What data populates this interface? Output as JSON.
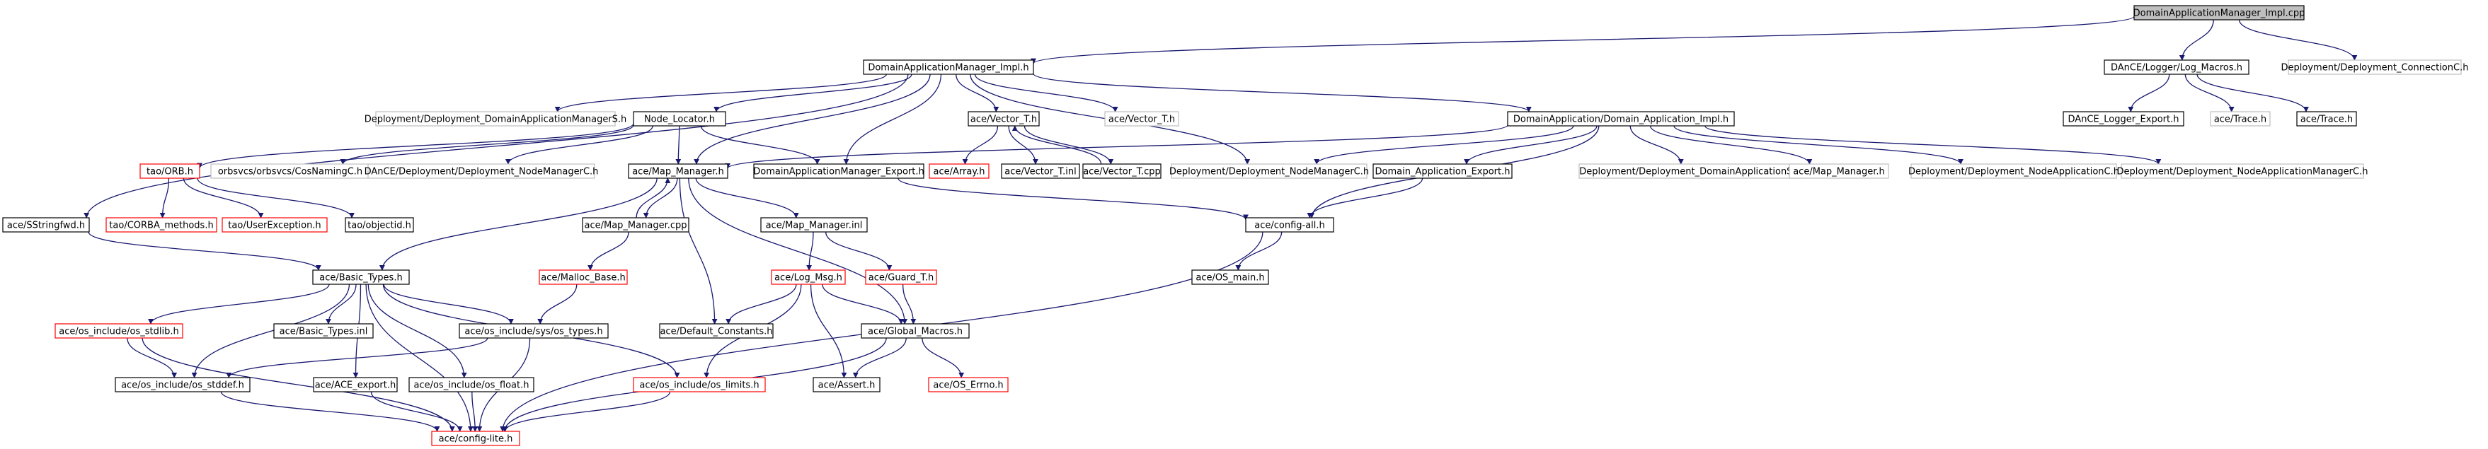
{
  "colors": {
    "edge": "#191970",
    "border_normal": "#000000",
    "border_missing": "#ff0000",
    "border_external": "#bfbfbf",
    "root_fill": "#bfbfbf",
    "node_fill": "#ffffff"
  },
  "nodes": [
    {
      "id": "root",
      "label": "DomainApplicationManager_Impl.cpp",
      "style": "root"
    },
    {
      "id": "dam_impl_h",
      "label": "DomainApplicationManager_Impl.h",
      "style": "normal"
    },
    {
      "id": "log_macros",
      "label": "DAnCE/Logger/Log_Macros.h",
      "style": "normal"
    },
    {
      "id": "dep_connC",
      "label": "Deployment/Deployment_ConnectionC.h",
      "style": "external"
    },
    {
      "id": "dep_damS",
      "label": "Deployment/Deployment_DomainApplicationManagerS.h",
      "style": "external"
    },
    {
      "id": "node_locator",
      "label": "Node_Locator.h",
      "style": "normal"
    },
    {
      "id": "vector_t_h",
      "label": "ace/Vector_T.h",
      "style": "normal"
    },
    {
      "id": "vector_t_h2",
      "label": "ace/Vector_T.h",
      "style": "external"
    },
    {
      "id": "domain_app_impl",
      "label": "DomainApplication/Domain_Application_Impl.h",
      "style": "normal"
    },
    {
      "id": "dance_logger_export",
      "label": "DAnCE_Logger_Export.h",
      "style": "normal"
    },
    {
      "id": "ace_trace1",
      "label": "ace/Trace.h",
      "style": "external"
    },
    {
      "id": "ace_trace2",
      "label": "ace/Trace.h",
      "style": "normal"
    },
    {
      "id": "tao_orb",
      "label": "tao/ORB.h",
      "style": "missing"
    },
    {
      "id": "cos_naming",
      "label": "orbsvcs/orbsvcs/CosNamingC.h",
      "style": "external"
    },
    {
      "id": "dance_nmc",
      "label": "DAnCE/Deployment/Deployment_NodeManagerC.h",
      "style": "external"
    },
    {
      "id": "map_manager_h",
      "label": "ace/Map_Manager.h",
      "style": "normal"
    },
    {
      "id": "dam_export",
      "label": "DomainApplicationManager_Export.h",
      "style": "normal"
    },
    {
      "id": "ace_array",
      "label": "ace/Array.h",
      "style": "missing"
    },
    {
      "id": "vector_t_inl",
      "label": "ace/Vector_T.inl",
      "style": "normal"
    },
    {
      "id": "vector_t_cpp",
      "label": "ace/Vector_T.cpp",
      "style": "normal"
    },
    {
      "id": "dep_nmc",
      "label": "Deployment/Deployment_NodeManagerC.h",
      "style": "external"
    },
    {
      "id": "dom_app_export",
      "label": "Domain_Application_Export.h",
      "style": "normal"
    },
    {
      "id": "dep_dasS",
      "label": "Deployment/Deployment_DomainApplicationS.h",
      "style": "external"
    },
    {
      "id": "ace_map_manager_ext",
      "label": "ace/Map_Manager.h",
      "style": "external"
    },
    {
      "id": "dep_nac",
      "label": "Deployment/Deployment_NodeApplicationC.h",
      "style": "external"
    },
    {
      "id": "dep_namc",
      "label": "Deployment/Deployment_NodeApplicationManagerC.h",
      "style": "external"
    },
    {
      "id": "tao_corba_methods",
      "label": "tao/CORBA_methods.h",
      "style": "missing"
    },
    {
      "id": "tao_user_exception",
      "label": "tao/UserException.h",
      "style": "missing"
    },
    {
      "id": "tao_objectid",
      "label": "tao/objectid.h",
      "style": "normal"
    },
    {
      "id": "ace_sstringfwd",
      "label": "ace/SStringfwd.h",
      "style": "normal"
    },
    {
      "id": "map_manager_cpp",
      "label": "ace/Map_Manager.cpp",
      "style": "normal"
    },
    {
      "id": "map_manager_inl",
      "label": "ace/Map_Manager.inl",
      "style": "normal"
    },
    {
      "id": "config_all",
      "label": "ace/config-all.h",
      "style": "normal"
    },
    {
      "id": "malloc_base",
      "label": "ace/Malloc_Base.h",
      "style": "missing"
    },
    {
      "id": "log_msg",
      "label": "ace/Log_Msg.h",
      "style": "missing"
    },
    {
      "id": "guard_t",
      "label": "ace/Guard_T.h",
      "style": "missing"
    },
    {
      "id": "os_main",
      "label": "ace/OS_main.h",
      "style": "normal"
    },
    {
      "id": "basic_types_h",
      "label": "ace/Basic_Types.h",
      "style": "normal"
    },
    {
      "id": "os_stdlib",
      "label": "ace/os_include/os_stdlib.h",
      "style": "missing"
    },
    {
      "id": "basic_types_inl",
      "label": "ace/Basic_Types.inl",
      "style": "normal"
    },
    {
      "id": "os_types",
      "label": "ace/os_include/sys/os_types.h",
      "style": "normal"
    },
    {
      "id": "default_constants",
      "label": "ace/Default_Constants.h",
      "style": "normal"
    },
    {
      "id": "global_macros",
      "label": "ace/Global_Macros.h",
      "style": "normal"
    },
    {
      "id": "os_stddef",
      "label": "ace/os_include/os_stddef.h",
      "style": "normal"
    },
    {
      "id": "ace_export",
      "label": "ace/ACE_export.h",
      "style": "normal"
    },
    {
      "id": "os_float",
      "label": "ace/os_include/os_float.h",
      "style": "normal"
    },
    {
      "id": "os_limits",
      "label": "ace/os_include/os_limits.h",
      "style": "missing"
    },
    {
      "id": "ace_assert",
      "label": "ace/Assert.h",
      "style": "normal"
    },
    {
      "id": "os_errno",
      "label": "ace/OS_Errno.h",
      "style": "missing"
    },
    {
      "id": "config_lite",
      "label": "ace/config-lite.h",
      "style": "missing"
    }
  ],
  "edges": [
    [
      "root",
      "dam_impl_h"
    ],
    [
      "root",
      "log_macros"
    ],
    [
      "root",
      "dep_connC"
    ],
    [
      "log_macros",
      "dance_logger_export"
    ],
    [
      "log_macros",
      "ace_trace1"
    ],
    [
      "log_macros",
      "ace_trace2"
    ],
    [
      "dam_impl_h",
      "dep_damS"
    ],
    [
      "dam_impl_h",
      "node_locator"
    ],
    [
      "dam_impl_h",
      "vector_t_h"
    ],
    [
      "dam_impl_h",
      "vector_t_h2"
    ],
    [
      "dam_impl_h",
      "domain_app_impl"
    ],
    [
      "dam_impl_h",
      "ace_sstringfwd"
    ],
    [
      "dam_impl_h",
      "map_manager_h"
    ],
    [
      "dam_impl_h",
      "dam_export"
    ],
    [
      "dam_impl_h",
      "dep_nmc"
    ],
    [
      "node_locator",
      "tao_orb"
    ],
    [
      "node_locator",
      "cos_naming"
    ],
    [
      "node_locator",
      "dance_nmc"
    ],
    [
      "node_locator",
      "map_manager_h"
    ],
    [
      "node_locator",
      "dam_export"
    ],
    [
      "tao_orb",
      "tao_corba_methods"
    ],
    [
      "tao_orb",
      "tao_user_exception"
    ],
    [
      "tao_orb",
      "tao_objectid"
    ],
    [
      "vector_t_h",
      "ace_array"
    ],
    [
      "vector_t_h",
      "vector_t_inl"
    ],
    [
      "vector_t_h",
      "vector_t_cpp"
    ],
    [
      "vector_t_cpp",
      "vector_t_h"
    ],
    [
      "domain_app_impl",
      "map_manager_h"
    ],
    [
      "domain_app_impl",
      "dep_nmc"
    ],
    [
      "domain_app_impl",
      "dom_app_export"
    ],
    [
      "domain_app_impl",
      "dep_dasS"
    ],
    [
      "domain_app_impl",
      "ace_map_manager_ext"
    ],
    [
      "domain_app_impl",
      "dep_nac"
    ],
    [
      "domain_app_impl",
      "dep_namc"
    ],
    [
      "domain_app_impl",
      "config_all"
    ],
    [
      "dam_export",
      "config_all"
    ],
    [
      "dom_app_export",
      "config_all"
    ],
    [
      "map_manager_h",
      "map_manager_cpp"
    ],
    [
      "map_manager_cpp",
      "map_manager_h"
    ],
    [
      "map_manager_h",
      "map_manager_inl"
    ],
    [
      "map_manager_h",
      "basic_types_h"
    ],
    [
      "map_manager_h",
      "default_constants"
    ],
    [
      "map_manager_h",
      "global_macros"
    ],
    [
      "map_manager_cpp",
      "malloc_base"
    ],
    [
      "map_manager_inl",
      "log_msg"
    ],
    [
      "map_manager_inl",
      "guard_t"
    ],
    [
      "malloc_base",
      "os_types"
    ],
    [
      "log_msg",
      "default_constants"
    ],
    [
      "log_msg",
      "global_macros"
    ],
    [
      "log_msg",
      "ace_assert"
    ],
    [
      "log_msg",
      "os_limits"
    ],
    [
      "guard_t",
      "global_macros"
    ],
    [
      "ace_sstringfwd",
      "basic_types_h"
    ],
    [
      "basic_types_h",
      "os_stdlib"
    ],
    [
      "basic_types_h",
      "basic_types_inl"
    ],
    [
      "basic_types_h",
      "os_types"
    ],
    [
      "basic_types_h",
      "os_stddef"
    ],
    [
      "basic_types_h",
      "ace_export"
    ],
    [
      "basic_types_h",
      "os_float"
    ],
    [
      "basic_types_h",
      "os_limits"
    ],
    [
      "basic_types_h",
      "config_lite"
    ],
    [
      "os_stdlib",
      "os_stddef"
    ],
    [
      "os_stdlib",
      "config_lite"
    ],
    [
      "os_types",
      "os_stddef"
    ],
    [
      "os_types",
      "config_lite"
    ],
    [
      "os_stddef",
      "config_lite"
    ],
    [
      "ace_export",
      "config_lite"
    ],
    [
      "os_float",
      "config_lite"
    ],
    [
      "os_limits",
      "config_lite"
    ],
    [
      "global_macros",
      "ace_assert"
    ],
    [
      "global_macros",
      "os_errno"
    ],
    [
      "global_macros",
      "config_lite"
    ],
    [
      "config_all",
      "os_main"
    ],
    [
      "config_all",
      "config_lite"
    ]
  ]
}
